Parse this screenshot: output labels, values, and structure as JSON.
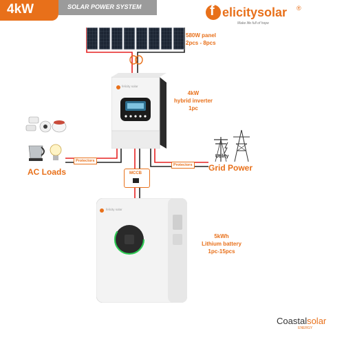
{
  "header": {
    "badge": "4kW",
    "title": "SOLAR POWER SYSTEM",
    "brand_letter": "f",
    "brand_name": "elicitysolar",
    "brand_reg": "®",
    "brand_tagline": "Make life full of hope",
    "colors": {
      "accent": "#e8701a",
      "banner_gray": "#9b9b9b"
    }
  },
  "components": {
    "panel": {
      "line1": "580W panel",
      "line2": "2pcs - 8pcs"
    },
    "inverter": {
      "line1": "4kW",
      "line2": "hybrid inverter",
      "line3": "1pc",
      "brand": "felicity solar"
    },
    "loads": {
      "label": "AC Loads"
    },
    "grid": {
      "label": "Grid Power",
      "utility": "Utility"
    },
    "protector_left": "Protectors",
    "protector_right": "Protectors",
    "mccb": "MCCB",
    "battery": {
      "line1": "5kWh",
      "line2": "Lithium battery",
      "line3": "1pc-15pcs",
      "brand": "felicity solar"
    }
  },
  "footer": {
    "brand_dark": "Coastal",
    "brand_orange": "solar",
    "sub": "ENERGY"
  }
}
